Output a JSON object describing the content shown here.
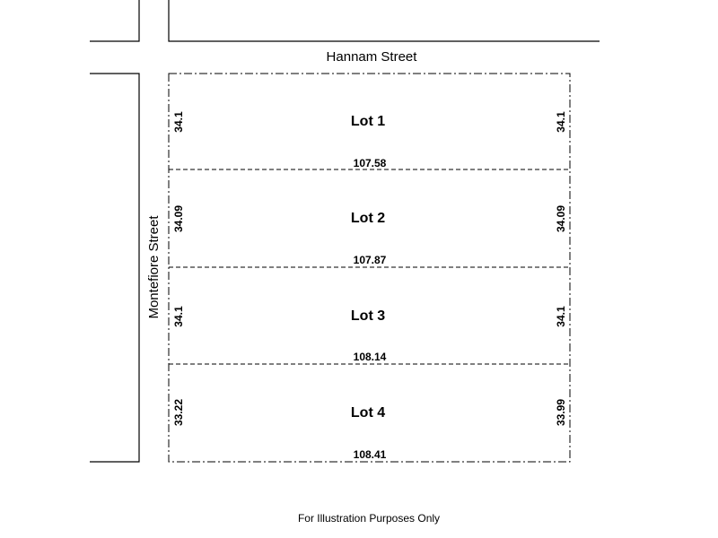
{
  "streets": {
    "north": "Hannam Street",
    "west": "Montefiore Street"
  },
  "lots": [
    {
      "label": "Lot 1",
      "west_depth": "34.1",
      "east_depth": "34.1",
      "bottom_frontage": "107.58"
    },
    {
      "label": "Lot 2",
      "west_depth": "34.09",
      "east_depth": "34.09",
      "bottom_frontage": "107.87"
    },
    {
      "label": "Lot 3",
      "west_depth": "34.1",
      "east_depth": "34.1",
      "bottom_frontage": "108.14"
    },
    {
      "label": "Lot 4",
      "west_depth": "33.22",
      "east_depth": "33.99",
      "bottom_frontage": "108.41"
    }
  ],
  "footer": "For Illustration Purposes Only"
}
